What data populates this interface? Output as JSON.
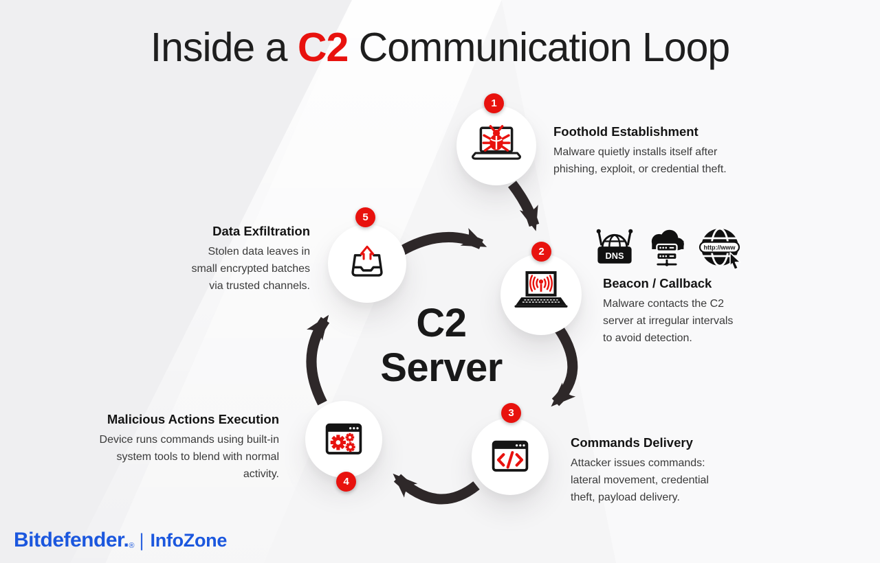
{
  "title": {
    "pre": "Inside a",
    "highlight": "C2",
    "post": "Communication Loop"
  },
  "center_label": {
    "line1": "C2",
    "line2": "Server"
  },
  "steps": [
    {
      "num": "1",
      "title": "Foothold Establishment",
      "desc": [
        "Malware quietly installs itself after",
        "phishing, exploit, or credential theft."
      ]
    },
    {
      "num": "2",
      "title": "Beacon / Callback",
      "desc": [
        "Malware contacts the C2",
        "server at irregular intervals",
        "to avoid detection."
      ]
    },
    {
      "num": "3",
      "title": "Commands Delivery",
      "desc": [
        "Attacker issues commands:",
        "lateral movement, credential",
        "theft, payload delivery."
      ]
    },
    {
      "num": "4",
      "title": "Malicious Actions Execution",
      "desc": [
        "Device runs commands using built-in",
        "system tools to blend with normal",
        "activity."
      ]
    },
    {
      "num": "5",
      "title": "Data Exfiltration",
      "desc": [
        "Stolen data leaves in",
        "small encrypted batches",
        "via trusted channels."
      ]
    }
  ],
  "beacon_channel_icons": {
    "dns_label": "DNS",
    "url_label": "http://www",
    "names": [
      "dns-dome-icon",
      "cloud-server-icon",
      "globe-www-icon"
    ]
  },
  "step_icons": [
    "laptop-bug-icon",
    "laptop-beacon-signal-icon",
    "code-window-icon",
    "gears-window-icon",
    "data-outbox-icon"
  ],
  "footer": {
    "brand": "Bitdefender.",
    "reg": "®",
    "separator": "|",
    "suffix": "InfoZone"
  },
  "colors": {
    "accent_red": "#e8120e",
    "arrow_dark": "#2e2829",
    "brand_blue": "#1b57de",
    "background": "#f5f5f6"
  }
}
